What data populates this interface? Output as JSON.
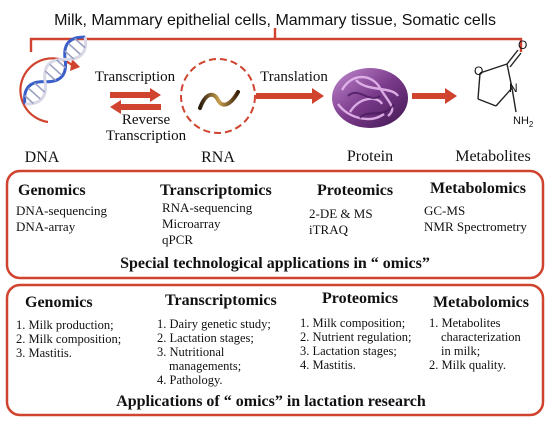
{
  "header": {
    "sources": "Milk,  Mammary epithelial cells, Mammary tissue, Somatic cells"
  },
  "flow": {
    "transcription": "Transcription",
    "reverse_line1": "Reverse",
    "reverse_line2": "Transcription",
    "translation": "Translation",
    "dna": "DNA",
    "rna": "RNA",
    "protein": "Protein",
    "metabolites": "Metabolites",
    "molecule_o": "O",
    "molecule_n": "N",
    "molecule_nh2": "NH",
    "molecule_nh2_sub": "2"
  },
  "box1": {
    "title": "Special technological applications in “ omics”",
    "columns": [
      {
        "heading": "Genomics",
        "items": [
          "DNA-sequencing",
          "DNA-array"
        ]
      },
      {
        "heading": "Transcriptomics",
        "items": [
          "RNA-sequencing",
          "Microarray",
          "qPCR"
        ]
      },
      {
        "heading": "Proteomics",
        "items": [
          "2-DE & MS",
          "iTRAQ"
        ]
      },
      {
        "heading": "Metabolomics",
        "items": [
          "GC-MS",
          "NMR Spectrometry"
        ]
      }
    ]
  },
  "box2": {
    "title": "Applications of “ omics”  in lactation research",
    "columns": [
      {
        "heading": "Genomics",
        "items": [
          "1. Milk production;",
          "2. Milk composition;",
          "3. Mastitis."
        ]
      },
      {
        "heading": "Transcriptomics",
        "items": [
          "1. Dairy genetic study;",
          "2. Lactation stages;",
          "3. Nutritional",
          "managements;",
          "4. Pathology."
        ]
      },
      {
        "heading": "Proteomics",
        "items": [
          "1. Milk composition;",
          "2. Nutrient regulation;",
          "3. Lactation stages;",
          "4. Mastitis."
        ]
      },
      {
        "heading": "Metabolomics",
        "items": [
          "1. Metabolites",
          "characterization",
          "in milk;",
          "2. Milk quality."
        ]
      }
    ]
  },
  "colors": {
    "accent": "#d0432e",
    "protein": "#7a3a8a",
    "dna_blue": "#3a5fc8"
  }
}
